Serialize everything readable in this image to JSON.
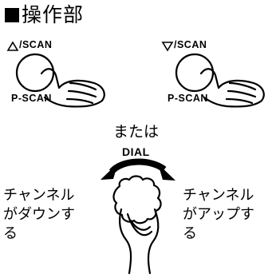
{
  "title": "操作部",
  "left_button": {
    "top_label": "/SCAN",
    "bottom_label": "P-SCAN"
  },
  "right_button": {
    "top_label": "/SCAN",
    "bottom_label": "P-SCAN"
  },
  "or_text": "または",
  "dial_label": "DIAL",
  "left_caption": [
    "チャンネル",
    "がダウンす",
    "る"
  ],
  "right_caption": [
    "チャンネル",
    "がアップす",
    "る"
  ]
}
